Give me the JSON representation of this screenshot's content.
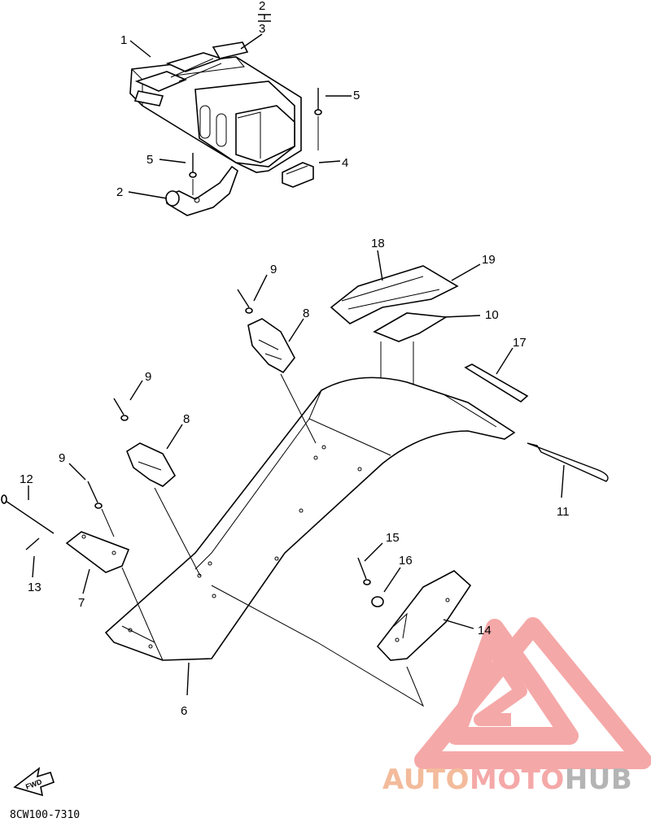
{
  "diagram": {
    "callouts": [
      "1",
      "2",
      "3",
      "4",
      "5",
      "5",
      "2",
      "18",
      "19",
      "10",
      "17",
      "9",
      "8",
      "9",
      "8",
      "9",
      "12",
      "13",
      "7",
      "11",
      "15",
      "16",
      "14",
      "6"
    ],
    "figure_code": "8CW100-7310",
    "fwd_label": "FWD"
  },
  "watermark": {
    "brand_part1": "AUTO",
    "brand_part2": "MOTO",
    "brand_part3": "HUB",
    "color_primary": "#f2b08a",
    "color_secondary": "#f49a9a",
    "color_dark": "#a8a8a8"
  }
}
